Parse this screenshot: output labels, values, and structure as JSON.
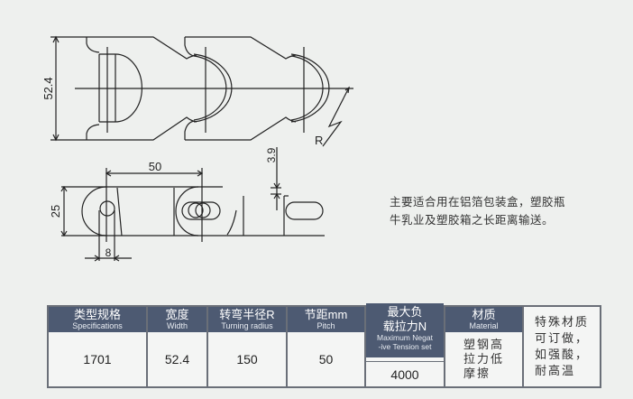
{
  "drawing": {
    "dim_width": "52.4",
    "dim_pitch": "50",
    "dim_height": "25",
    "dim_hole": "8",
    "dim_thickness": "3.9",
    "radius_label": "R"
  },
  "description": {
    "line1": "主要适合用在铝箔包装盒，塑胶瓶",
    "line2": "牛乳业及塑胶箱之长距离输送。"
  },
  "table": {
    "columns": [
      {
        "zh": "类型规格",
        "en": "Specifications",
        "value": "1701"
      },
      {
        "zh": "宽度",
        "en": "Width",
        "value": "52.4"
      },
      {
        "zh": "转弯半径R",
        "en": "Turning radius",
        "value": "150"
      },
      {
        "zh": "节距mm",
        "en": "Pitch",
        "value": "50"
      },
      {
        "zh1": "最大负",
        "zh2": "载拉力N",
        "en1": "Maximum Negat",
        "en2": "-ive Tension set",
        "value": "4000"
      },
      {
        "zh": "材质",
        "en": "Material",
        "value1": "塑钢高",
        "value2": "拉力低",
        "value3": "摩擦"
      }
    ],
    "special": [
      "特殊材质",
      "可订做，",
      "如强酸，",
      "耐高温"
    ]
  },
  "colors": {
    "header_bg": "#4d5a72",
    "background": "#eef0ee",
    "line": "#222222"
  }
}
